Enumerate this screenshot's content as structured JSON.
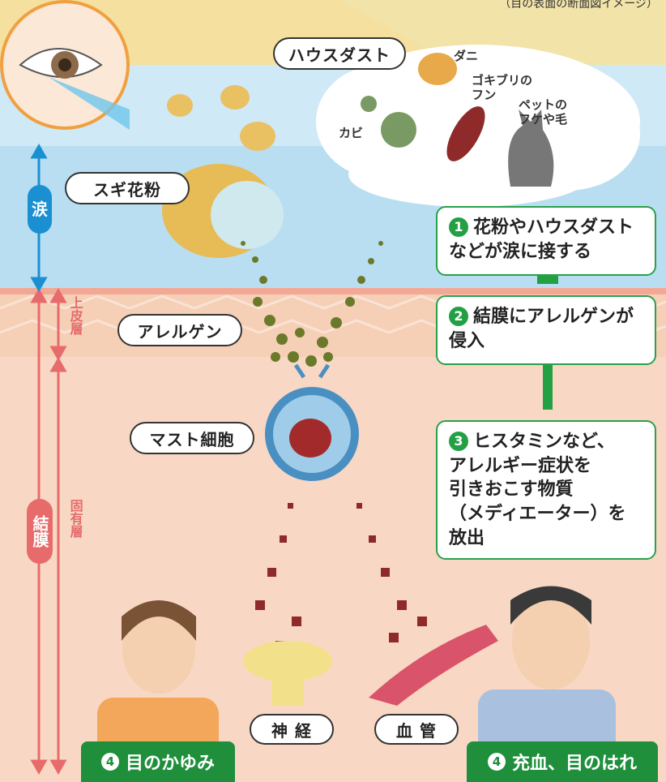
{
  "caption": "（目の表面の断面図イメージ）",
  "labels": {
    "house_dust": "ハウスダスト",
    "sugi_pollen": "スギ花粉",
    "allergen": "アレルゲン",
    "mast_cell": "マスト細胞",
    "nerve": "神 経",
    "blood_vessel": "血 管"
  },
  "cloud_items": {
    "mite": "ダニ",
    "cockroach": "ゴキブリの\nフン",
    "mold": "カビ",
    "pet": "ペットの\nフケや毛"
  },
  "layers": {
    "tear": "涙",
    "epithelium": "上皮層",
    "conjunctiva": "結膜",
    "lamina_propria": "固有層"
  },
  "steps": [
    {
      "num": "1",
      "text": "花粉やハウスダスト\nなどが涙に接する"
    },
    {
      "num": "2",
      "text": "結膜にアレルゲンが\n侵入"
    },
    {
      "num": "3",
      "text": "ヒスタミンなど、\nアレルギー症状を\n引きおこす物質\n（メディエーター）を\n放出"
    }
  ],
  "outcomes": [
    {
      "num": "4",
      "text": "目のかゆみ"
    },
    {
      "num": "4",
      "text": "充血、目のはれ"
    }
  ],
  "colors": {
    "tear_layer": "#bfe0f2",
    "tissue": "#f8d8c4",
    "accent_green": "#1f8f3c",
    "mast_cell_blue": "#4a8fc2",
    "nucleus_red": "#a32a2a",
    "layer_red": "#e86b6b"
  }
}
